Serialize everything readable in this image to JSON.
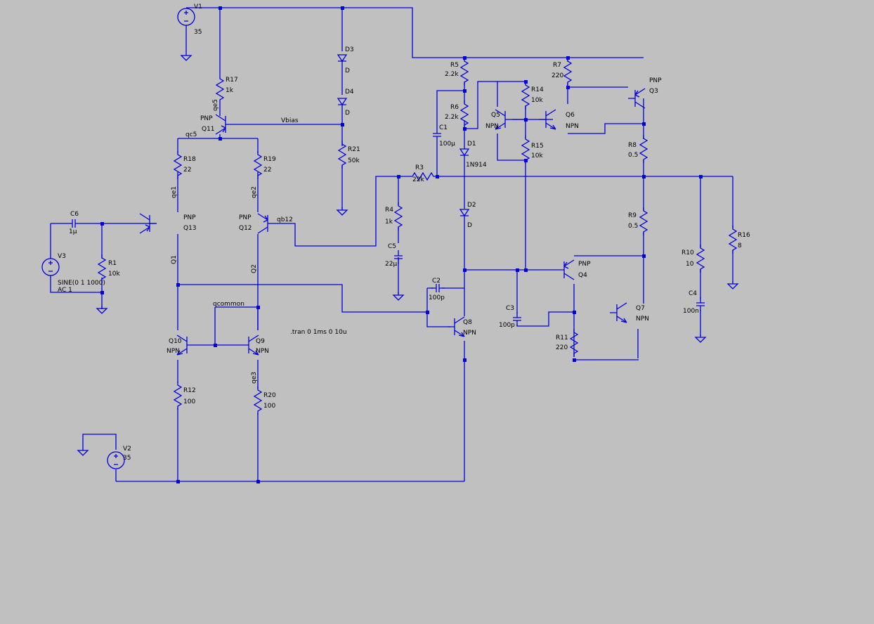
{
  "colors": {
    "background": "#c0c0c0",
    "wire": "#0000dd",
    "junction": "#0000dd",
    "text": "#000000"
  },
  "sources": {
    "v1": {
      "name": "V1",
      "value": "35"
    },
    "v2": {
      "name": "V2",
      "value": "35"
    },
    "v3": {
      "name": "V3",
      "line1": "SINE(0 1 1000)",
      "line2": "AC 1"
    }
  },
  "resistors": {
    "r1": {
      "name": "R1",
      "value": "10k"
    },
    "r3": {
      "name": "R3",
      "value": "22k"
    },
    "r4": {
      "name": "R4",
      "value": "1k"
    },
    "r5": {
      "name": "R5",
      "value": "2.2k"
    },
    "r6": {
      "name": "R6",
      "value": "2.2k"
    },
    "r7": {
      "name": "R7",
      "value": "220"
    },
    "r8": {
      "name": "R8",
      "value": "0.5"
    },
    "r9": {
      "name": "R9",
      "value": "0.5"
    },
    "r10": {
      "name": "R10",
      "value": "10"
    },
    "r11": {
      "name": "R11",
      "value": "220"
    },
    "r12": {
      "name": "R12",
      "value": "100"
    },
    "r14": {
      "name": "R14",
      "value": "10k"
    },
    "r15": {
      "name": "R15",
      "value": "10k"
    },
    "r16": {
      "name": "R16",
      "value": "8"
    },
    "r17": {
      "name": "R17",
      "value": "1k"
    },
    "r18": {
      "name": "R18",
      "value": "22"
    },
    "r19": {
      "name": "R19",
      "value": "22"
    },
    "r20": {
      "name": "R20",
      "value": "100"
    },
    "r21": {
      "name": "R21",
      "value": "50k"
    }
  },
  "capacitors": {
    "c1": {
      "name": "C1",
      "value": "100µ"
    },
    "c2": {
      "name": "C2",
      "value": "100p"
    },
    "c3": {
      "name": "C3",
      "value": "100p"
    },
    "c4": {
      "name": "C4",
      "value": "100n"
    },
    "c5": {
      "name": "C5",
      "value": "22µ"
    },
    "c6": {
      "name": "C6",
      "value": "1µ"
    }
  },
  "diodes": {
    "d1": {
      "name": "D1",
      "value": "1N914"
    },
    "d2": {
      "name": "D2",
      "value": "D"
    },
    "d3": {
      "name": "D3",
      "value": "D"
    },
    "d4": {
      "name": "D4",
      "value": "D"
    }
  },
  "transistors": {
    "q3": {
      "name": "Q3",
      "type": "PNP"
    },
    "q4": {
      "name": "Q4",
      "type": "PNP"
    },
    "q5": {
      "name": "Q5",
      "type": "NPN"
    },
    "q6": {
      "name": "Q6",
      "type": "NPN"
    },
    "q7": {
      "name": "Q7",
      "type": "NPN"
    },
    "q8": {
      "name": "Q8",
      "type": "NPN"
    },
    "q9": {
      "name": "Q9",
      "type": "NPN"
    },
    "q10": {
      "name": "Q10",
      "type": "NPN"
    },
    "q11": {
      "name": "Q11",
      "type": "PNP"
    },
    "q12": {
      "name": "Q12",
      "type": "PNP"
    },
    "q13": {
      "name": "Q13",
      "type": "PNP"
    }
  },
  "nets": {
    "vbias": "Vbias",
    "qe5": "qe5",
    "qc5": "qc5",
    "qe1": "qe1",
    "qe2": "qe2",
    "qb12": "qb12",
    "q1": "Q1",
    "q2": "Q2",
    "qcommon": "qcommon",
    "qe3": "qe3"
  },
  "directive": ".tran 0 1ms 0 10u"
}
